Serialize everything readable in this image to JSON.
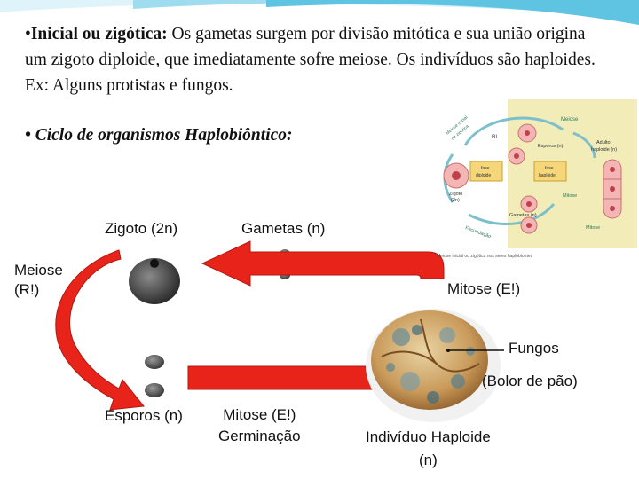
{
  "intro": {
    "bullet": "•",
    "term": "Inicial ou zigótica:",
    "text": " Os gametas surgem por divisão mitótica e sua união origina um zigoto diploide, que imediatamente sofre meiose. Os indivíduos são haploides. Ex: Alguns protistas e fungos."
  },
  "cycle_heading": "• Ciclo de organismos Haplobiôntico:",
  "diagram": {
    "zigoto": "Zigoto (2n)",
    "gametas": "Gametas (n)",
    "meiose_line1": "Meiose",
    "meiose_line2": "(R!)",
    "mitose_top": "Mitose (E!)",
    "fungos": "Fungos",
    "bolor": "(Bolor de pão)",
    "esporos": "Esporos (n)",
    "mitose_bottom_line1": "Mitose (E!)",
    "mitose_bottom_line2": "Germinação",
    "individuo_line1": "Indivíduo Haploide",
    "individuo_line2": "(n)"
  },
  "inset": {
    "meiose": "Meiose",
    "adulto": "Adulto",
    "haploide": "haploide (n)",
    "esporos": "Esporos (n)",
    "fase_diploide_1": "fase",
    "fase_diploide_2": "diploide",
    "fase_haploide_1": "fase",
    "fase_haploide_2": "haploide",
    "zigoto": "Zigoto",
    "zigoto_2n": "(2n)",
    "gametas": "Gametas (n)",
    "mitose": "Mitose",
    "fecundacao": "Fecundação",
    "meiose_inicial": "Meiose inicial",
    "ou_zigotica": "ou zigótica",
    "ri": "RI",
    "caption": "Meiose inicial ou zigótica nos seres haplobiontes"
  },
  "colors": {
    "arrow_red": "#e8231a",
    "swoosh_blue": "#7fd0e8",
    "inset_bg": "#f2edb8"
  }
}
